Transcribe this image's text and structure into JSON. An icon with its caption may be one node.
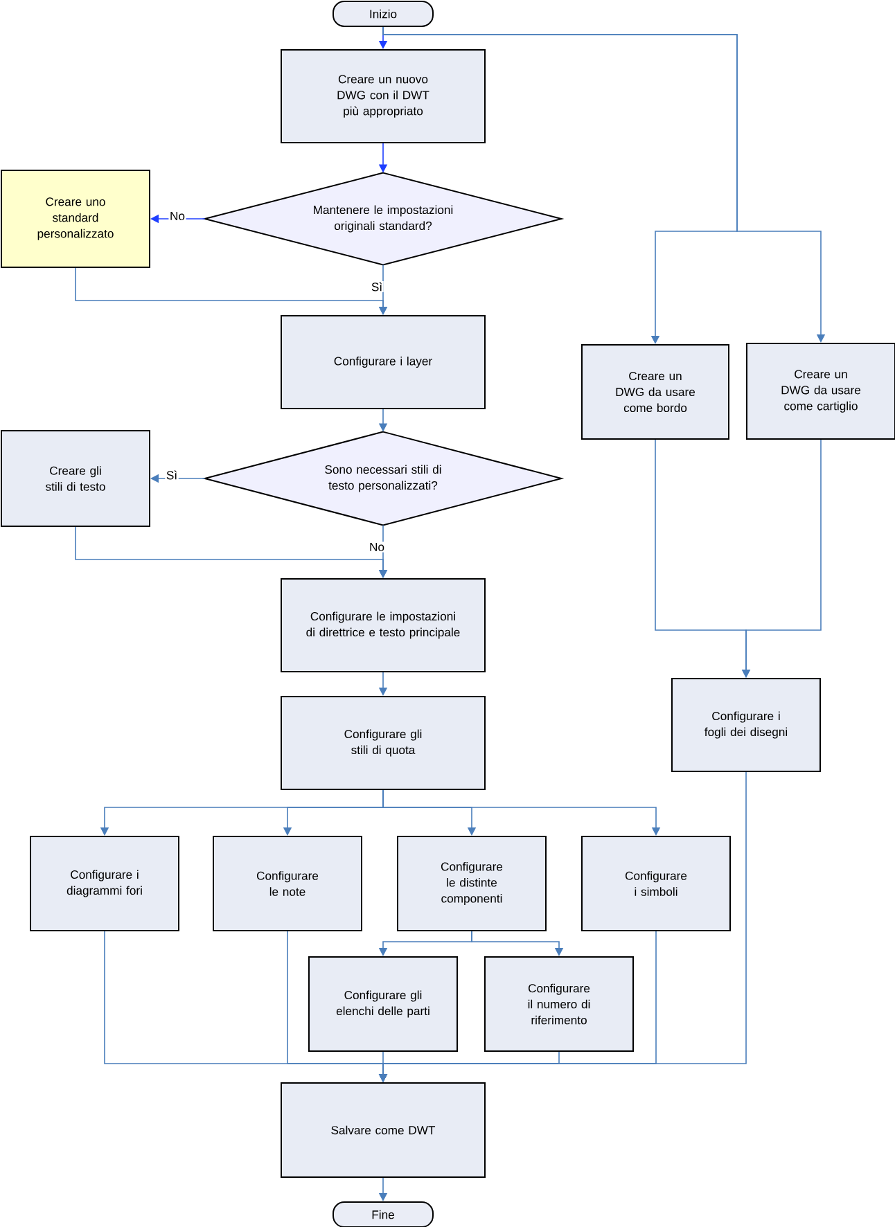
{
  "diagram": {
    "nodes": [
      {
        "text": [
          "Inizio"
        ]
      },
      {
        "text": [
          "Creare un nuovo DWG con il DWT più appropriato"
        ]
      },
      {
        "text": [
          "Mantenere le impostazioni originali standard?"
        ]
      },
      {
        "text": [
          "Creare uno standard personalizzato"
        ]
      },
      {
        "text": [
          "Configurare i layer"
        ]
      },
      {
        "text": [
          "Sono necessari stili di testo personalizzati?"
        ]
      },
      {
        "text": [
          "Creare gli stili di testo"
        ]
      },
      {
        "text": [
          "Configurare le impostazioni di direttrice e testo principale"
        ]
      },
      {
        "text": [
          "Configurare gli stili di quota"
        ]
      },
      {
        "text": [
          "Configurare i diagrammi fori"
        ]
      },
      {
        "text": [
          "Configurare le note"
        ]
      },
      {
        "text": [
          "Configurare le distinte componenti"
        ]
      },
      {
        "text": [
          "Configurare i simboli"
        ]
      },
      {
        "text": [
          "Configurare gli elenchi delle parti"
        ]
      },
      {
        "text": [
          "Configurare il numero di riferimento"
        ]
      },
      {
        "text": [
          "Salvare come DWT"
        ]
      },
      {
        "text": [
          "Fine"
        ]
      },
      {
        "text": [
          "Creare un DWG da usare come bordo"
        ]
      },
      {
        "text": [
          "Creare un DWG da usare come cartiglio"
        ]
      },
      {
        "text": [
          "Configurare i fogli dei disegni"
        ]
      }
    ],
    "edges": [
      {
        "from": 0,
        "to": 1,
        "arrow": "to",
        "color": "#1f3fff"
      },
      {
        "from": 0,
        "to": 17,
        "arrow": "to"
      },
      {
        "from": 0,
        "to": 18,
        "arrow": "to"
      },
      {
        "from": 1,
        "to": 2,
        "arrow": "to",
        "color": "#1f3fff"
      },
      {
        "from": 2,
        "to": 3,
        "arrow": "to",
        "label": "No",
        "color": "#1f3fff"
      },
      {
        "from": 2,
        "to": 4,
        "arrow": "to",
        "label": "Sì"
      },
      {
        "from": 3,
        "to": 4,
        "arrow": "to"
      },
      {
        "from": 4,
        "to": 5,
        "arrow": "to"
      },
      {
        "from": 5,
        "to": 6,
        "arrow": "to",
        "label": "Sì"
      },
      {
        "from": 5,
        "to": 7,
        "arrow": "to",
        "label": "No"
      },
      {
        "from": 6,
        "to": 7,
        "arrow": "to"
      },
      {
        "from": 7,
        "to": 8,
        "arrow": "to"
      },
      {
        "from": 8,
        "to": 9,
        "arrow": "to"
      },
      {
        "from": 8,
        "to": 10,
        "arrow": "to"
      },
      {
        "from": 8,
        "to": 11,
        "arrow": "to"
      },
      {
        "from": 8,
        "to": 12,
        "arrow": "to"
      },
      {
        "from": 11,
        "to": 13,
        "arrow": "to"
      },
      {
        "from": 11,
        "to": 14,
        "arrow": "to"
      },
      {
        "from": 17,
        "to": 19,
        "arrow": "to"
      },
      {
        "from": 18,
        "to": 19,
        "arrow": "to"
      },
      {
        "from": 9,
        "to": 15,
        "arrow": "to"
      },
      {
        "from": 10,
        "to": 15,
        "arrow": "to"
      },
      {
        "from": 13,
        "to": 15,
        "arrow": "to"
      },
      {
        "from": 14,
        "to": 15,
        "arrow": "to"
      },
      {
        "from": 12,
        "to": 15,
        "arrow": "to"
      },
      {
        "from": 19,
        "to": 15,
        "arrow": "to"
      },
      {
        "from": 15,
        "to": 16,
        "arrow": "to"
      }
    ]
  }
}
